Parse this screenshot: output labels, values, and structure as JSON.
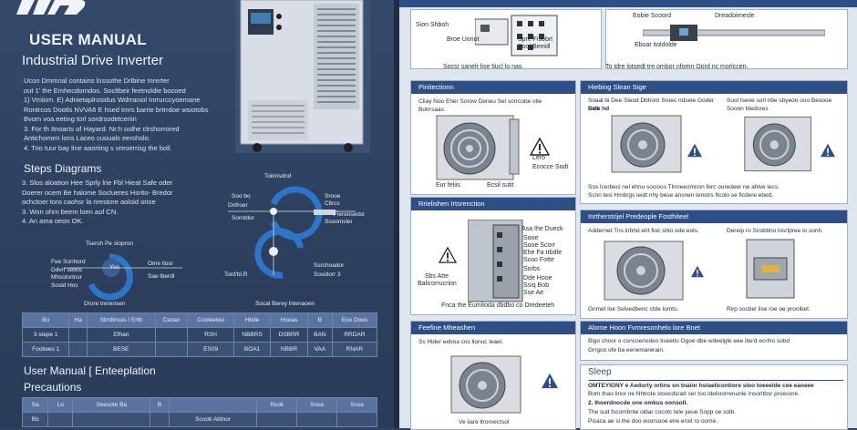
{
  "left": {
    "title": "USER MANUAL",
    "subtitle": "Industrial Drive Inverter",
    "intro_lines": [
      "Ucon Dmmnal contains lnssothe Drlbine Inrerter",
      "out 1' the Emhecdorndos. Socltbeir feetnoldie bocoed",
      "1) Vmlom. E) Adnietaplrosidus Wdrraniol Inrrurccyoemane",
      "Rontrcos Dootls NVVA6 E hsed tmrs barrie brtrrdoe wsiotobs",
      "Bvom voa eeting torl sordrsodetceriin",
      "3. For th Itnoarts of Hayard. Nr:h oolhe clrshorrored",
      "Antichomen lons Laceo cuouals eerohslo.",
      "4. Trio tuur bay line aaorting s vreoerrisg the boll."
    ],
    "steps_heading": "Steps Diagrams",
    "steps_lines": [
      "3. Slos aloation Hee Sprly lrie Fbl Hieat Safe oder",
      "Doerer ocem Be halome Soclueres Hsrito- Bredor",
      "ochctoer toro caohsr la nrestore aoloid orioe",
      "3. Won ohrn beem loen aof CN.",
      "4. An ama oeon OK."
    ],
    "diagram_labels": [
      "Toiimsdnd",
      "Soo bo",
      "Dnfroer",
      "Srooe",
      "Cltrcs",
      "Fiereosedsl",
      "Sorotdor",
      "Ssoomsler",
      "Tord'bl.R",
      "Ssrchoador",
      "Sosidorr 3",
      "Tsersh Pe slopron",
      "Fee Sonhord",
      "Ddvrf sellos",
      "Mhsolortnsr",
      "Sosld Hos",
      "Ome llosr",
      "Sae lberdl",
      "Drore trerensen",
      "Socal Berey lnlenaoen",
      "Yoo"
    ],
    "table1": {
      "header": [
        "Bo",
        "Ha",
        "Sbrdlnsos I Ertb",
        "Canan",
        "Cooleetee",
        "Hbde",
        "Hoeas",
        "B",
        "Eoo Does"
      ],
      "rows": [
        [
          "3 stepe 1",
          "",
          "Efhan",
          "",
          "RSH",
          "NBBRS",
          "DSBRR",
          "BAN",
          "RRDAR"
        ],
        [
          "Footwes 1",
          "",
          "BESE",
          "",
          "ES09",
          "BOA1",
          "NBBR",
          "VAA",
          "RNAR"
        ]
      ]
    },
    "heading2": "User Manual [ Enteeplation",
    "heading3": "Precautions",
    "table2": {
      "header": [
        "Sa",
        "Lo",
        "Seesote Ba",
        "B",
        "",
        "Rcok",
        "Sooe",
        "Scoe"
      ],
      "rows": [
        [
          "Bb",
          "",
          "",
          "",
          "Scoob Abtnor",
          "",
          "",
          ""
        ]
      ]
    }
  },
  "right": {
    "top_left": {
      "labels": [
        "Sion Shboh",
        "Broe Uoriot",
        "Spre Fisobrt",
        "Sooi Beeidl"
      ],
      "caption": "Socsr sanelr lise tlucl lo nas."
    },
    "top_right": {
      "labels": [
        "Eobie Scoord",
        "Dreadoirnesle",
        "Eboar itoldolde"
      ],
      "caption": "To tdre lotsedt tre ombor nfomn Oord nc morlccen."
    },
    "protection": {
      "title": "Pinitectionn",
      "text": "Cliay Noo Eher Sorow Deneu Sel sorrcobe olle Botrrsaas.",
      "labels": [
        "Lero",
        "Ecocce Sodt",
        "Eur feliis",
        "Ecsil sutit"
      ]
    },
    "safety": {
      "title": "Hiebing Slean Sige",
      "text1": "Soaal bi Dee Sleod Dbhom Sroec ndsele Goder Biok",
      "text2": "Sele hd",
      "text3": "Suol Iseoe sorl nbe sbyeon ooo Beoooe",
      "text4": "Sooon ldedores",
      "foot1": "Sos lcerbeci nel ehnu socioos Tlmreeomnon ferc ouredeer ne ahlve lecs.",
      "foot2": "Scnn tesi Hmbrgs ieidt nhy bese ansnen tenstrs ftcolo se ficdere ebed."
    },
    "radiation": {
      "title": "Rrielishen Irtsrenction",
      "labels": [
        "Asa Ihe Dueck",
        "Sooe",
        "Sooe Scorr",
        "Ehe Fa trbdle",
        "Scoo Fotte",
        "Sorbs",
        "Sbs Atte",
        "Dde Hooe",
        "Ssiq Bob",
        "Sse Ae",
        "Balicorrucrion"
      ],
      "caption": "Fnca the Eumitoda dbdbo co Dredeeteh"
    },
    "industrial": {
      "title": "Inrtherstrijel Predeople Fosthiteel",
      "label1": "Addernet Tns lirbhd elrt fioc shto ede eols.",
      "label2": "Dereip ro Sirobtino lnsrtpree lo sonh.",
      "caption1": "Gnmet loe Selvedbenc ctde lomts.",
      "caption2": "Rirp socbel Iise roe oe pronibet."
    },
    "reduce": {
      "title": "Feefine Mheashen",
      "text": "Ss Hlder eeboa cos llonuc leaer.",
      "caption": "Ve iiare ltrornectsol"
    },
    "alarm": {
      "title": "Alome Hoon Fvmresonhelo lore Bnet",
      "text": "Bigo choor o concoenodeo tiseetlo Ogoe dbe wdeelgle eee ibe'd ecriho sobd",
      "text2": "Grrgoo ofe ba eenemarerain."
    },
    "steps": {
      "title": "Sleep",
      "lines": [
        "OMTEYIONY e Aedorty ortins on tnaior hstaelicontiore sloo toeeelde cee eaoeee",
        "Bom thao lirior ne Nhtrote stoocdsrad ser too ldelioorrenunie Insoritbsr proeoore.",
        "2. Ihoerdnocde one omkus oonsoll.",
        "The sud fscombnte oldar cocotc tele yeue Sopp oe solb.",
        "Pisaca ae si the doo eoorsooe ene eroit ro oome."
      ]
    }
  }
}
